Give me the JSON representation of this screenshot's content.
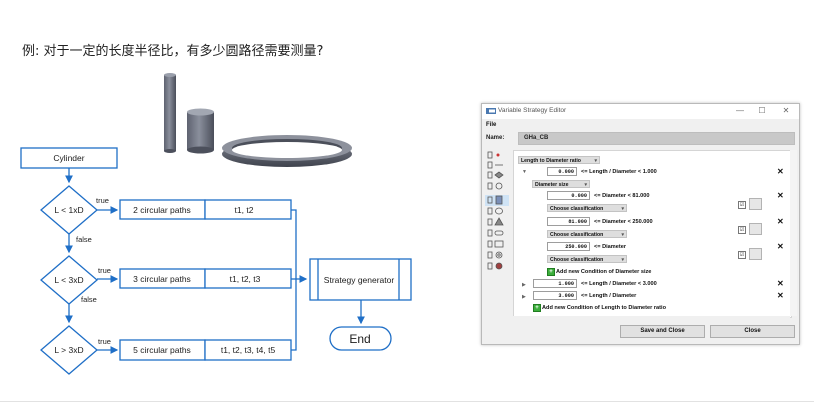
{
  "question": "例: 对于一定的长度半径比，有多少圆路径需要测量?",
  "flowchart": {
    "start": "Cylinder",
    "decisions": [
      "L < 1xD",
      "L < 3xD",
      "L > 3xD"
    ],
    "true_label": "true",
    "false_label": "false",
    "paths": [
      "2 circular paths",
      "3 circular paths",
      "5 circular paths"
    ],
    "tracks": [
      "t1, t2",
      "t1, t2, t3",
      "t1, t2, t3, t4, t5"
    ],
    "generator": "Strategy generator",
    "end": "End",
    "color": "#1f6fc7"
  },
  "window": {
    "title": "Variable Strategy Editor",
    "menu": "File",
    "name_label": "Name:",
    "name_value": "GHa_CB",
    "minimize": "—",
    "maximize": "☐",
    "close": "✕",
    "rows": {
      "ratio_selector": "Length to Diameter ratio",
      "cond1_value": "0.000",
      "cond1_text": "<= Length / Diameter < 1.000",
      "diameter_selector": "Diameter size",
      "d1_value": "0.000",
      "d1_text": "<= Diameter < 81.000",
      "classification": "Choose classification",
      "d2_value": "81.000",
      "d2_text": "<= Diameter < 250.000",
      "d3_value": "250.000",
      "d3_text": "<= Diameter",
      "add_diameter": "Add new Condition of Diameter size",
      "cond2_value": "1.000",
      "cond2_text": "<= Length / Diameter < 3.000",
      "cond3_value": "3.000",
      "cond3_text": "<= Length / Diameter",
      "add_ratio": "Add new Condition of Length to Diameter ratio",
      "remove": "✕",
      "check": "☑"
    },
    "save_label": "Save and Close",
    "close_label": "Close"
  }
}
